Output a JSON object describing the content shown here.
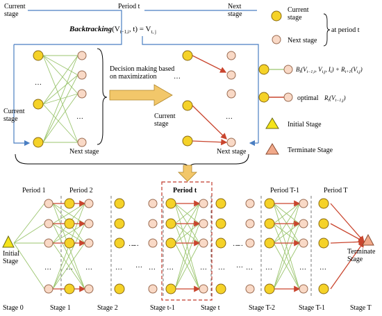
{
  "top": {
    "current_stage": "Current\nstage",
    "period_t": "Period t",
    "next_stage": "Next\nstage",
    "formula_main": "Backtracking",
    "formula_args": "(V",
    "formula_sub1": "t−1,i",
    "formula_rest": ", t) = V",
    "formula_sub2": "t, j"
  },
  "process": {
    "left_current_stage": "Current\nstage",
    "left_next_stage": "Next stage",
    "decision_text": "Decision making based\non maximization",
    "right_current_stage": "Current\nstage",
    "right_next_stage": "Next stage",
    "ellipsis": "…"
  },
  "legend": {
    "current_stage": "Current\nstage",
    "next_stage": "Next stage",
    "at_period": "at period t",
    "edge_formula": "B_t(V_{t−1,i}, V_{t,j}, I_t) + R_{t+1}(V_{t,j})",
    "optimal_label": "optimal",
    "optimal_formula": "R_t(V_{t−1,j})",
    "initial_stage": "Initial Stage",
    "terminate_stage": "Terminate Stage"
  },
  "bottom": {
    "periods": [
      "Period 1",
      "Period 2",
      "Period t",
      "Period T-1",
      "Period T"
    ],
    "stages": [
      "Stage 0",
      "Stage 1",
      "Stage 2",
      "Stage t-1",
      "Stage t",
      "Stage T-2",
      "Stage T-1",
      "Stage T"
    ],
    "initial_stage_label": "Initial\nStage",
    "terminate_stage_label": "Terminate\nStage",
    "ellipsis": "…"
  },
  "colors": {
    "current_fill": "#F5D228",
    "current_stroke": "#8A6A10",
    "next_fill": "#F9D9C6",
    "next_stroke": "#9A6A50",
    "edge_green": "#9BC56E",
    "edge_red": "#C9452E",
    "bracket_blue": "#4A7EC2",
    "arrow_fill": "#F2C76A",
    "highlight_box": "#C0392B",
    "dashed_grey": "#555555"
  }
}
